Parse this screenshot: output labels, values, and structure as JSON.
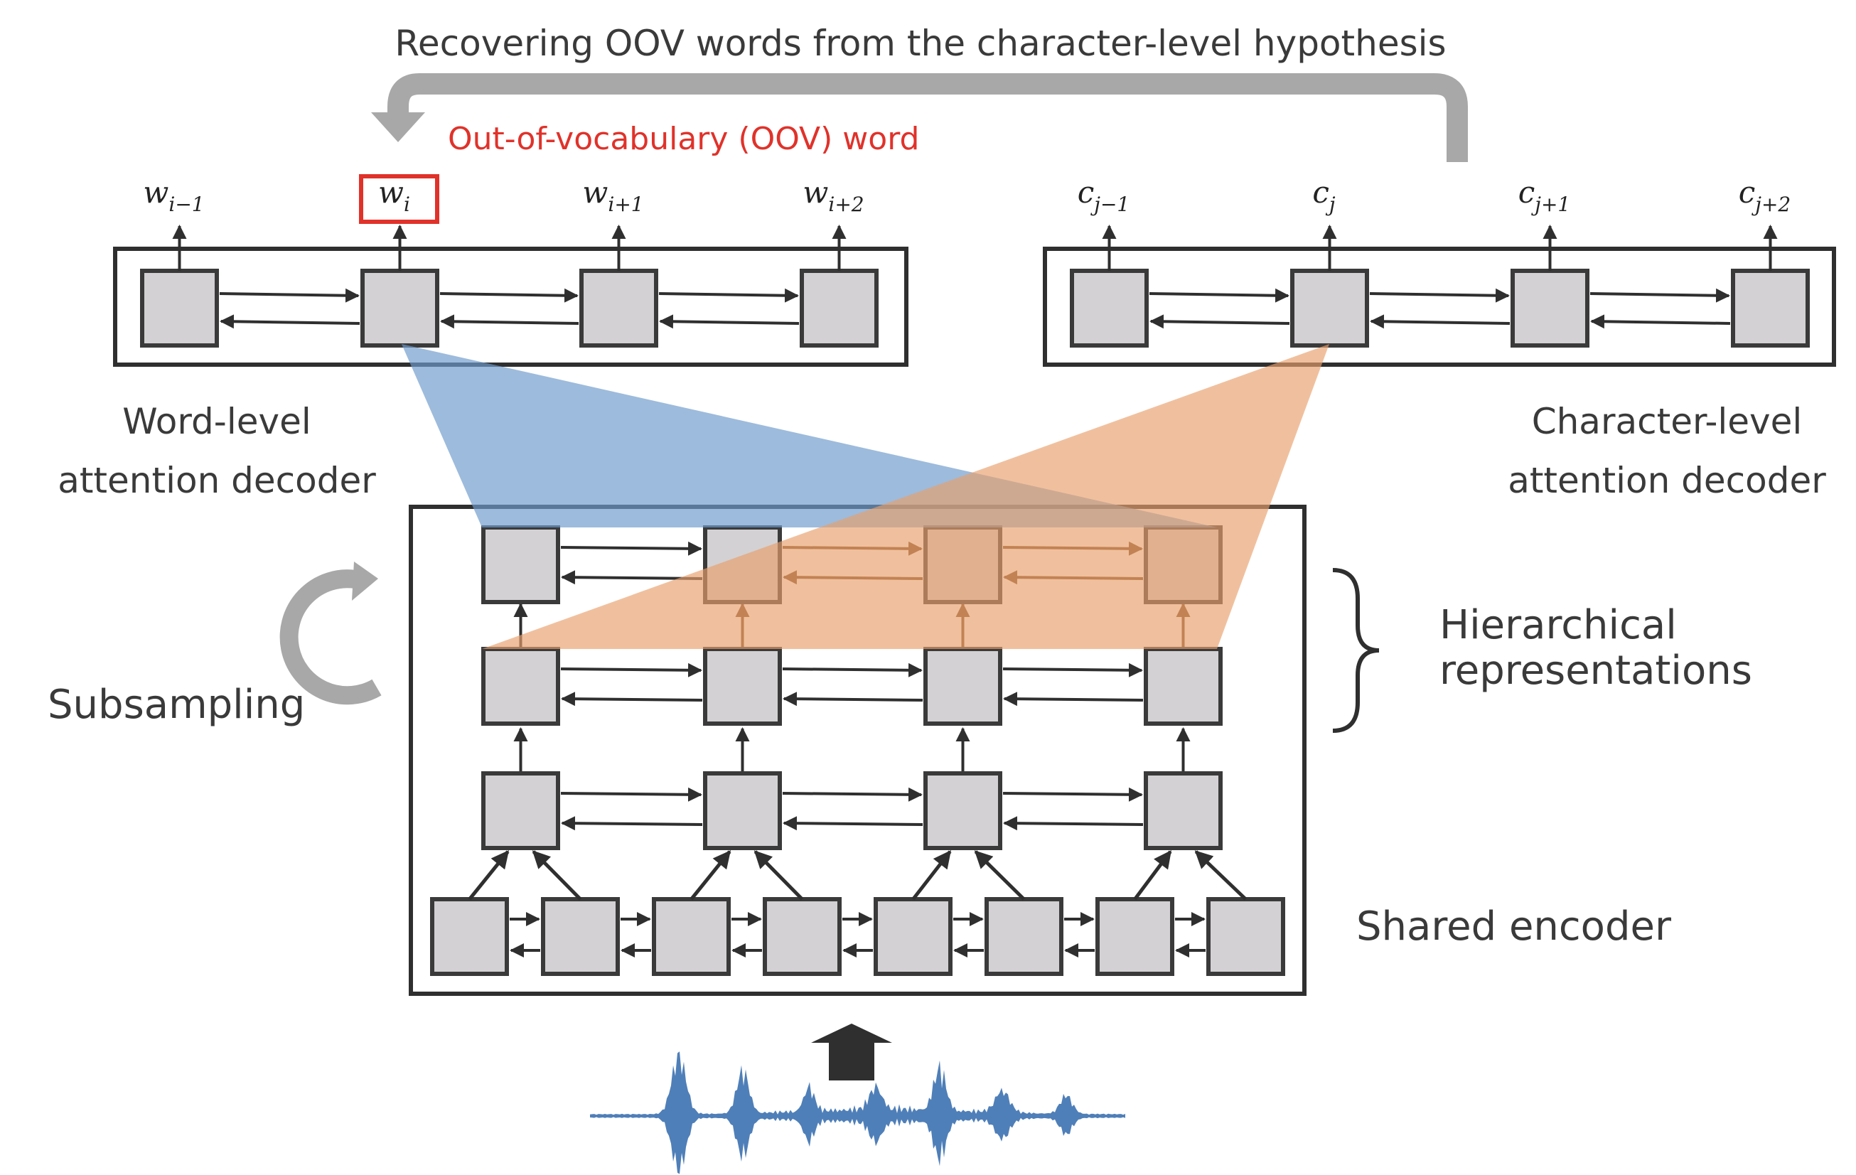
{
  "title": "Recovering OOV words from the character-level hypothesis",
  "oov_label": "Out-of-vocabulary (OOV) word",
  "word_decoder": {
    "label_line1": "Word-level",
    "label_line2": "attention decoder",
    "outputs": [
      {
        "base": "w",
        "sub": "i−1"
      },
      {
        "base": "w",
        "sub": "i"
      },
      {
        "base": "w",
        "sub": "i+1"
      },
      {
        "base": "w",
        "sub": "i+2"
      }
    ]
  },
  "char_decoder": {
    "label_line1": "Character-level",
    "label_line2": "attention decoder",
    "outputs": [
      {
        "base": "c",
        "sub": "j−1"
      },
      {
        "base": "c",
        "sub": "j"
      },
      {
        "base": "c",
        "sub": "j+1"
      },
      {
        "base": "c",
        "sub": "j+2"
      }
    ]
  },
  "subsampling_label": "Subsampling",
  "hierarchical_line1": "Hierarchical",
  "hierarchical_line2": "representations",
  "encoder_label": "Shared encoder",
  "colors": {
    "cell_fill": "#d3d1d3",
    "cell_stroke": "#3a3a3a",
    "word_attention": "#6e9bcb",
    "char_attention": "#e8a06c",
    "oov_box": "#e0322a",
    "feedback_arrow": "#a8a8a8",
    "waveform": "#4f7fb8"
  }
}
